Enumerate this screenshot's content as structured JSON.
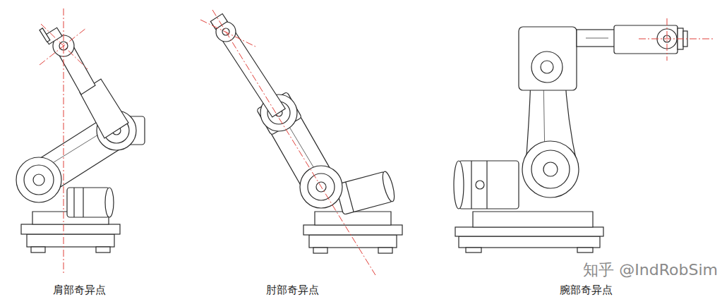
{
  "diagram": {
    "labels": [
      "肩部奇异点",
      "肘部奇异点",
      "腕部奇异点",
      "知乎 @IndRobSim"
    ]
  }
}
